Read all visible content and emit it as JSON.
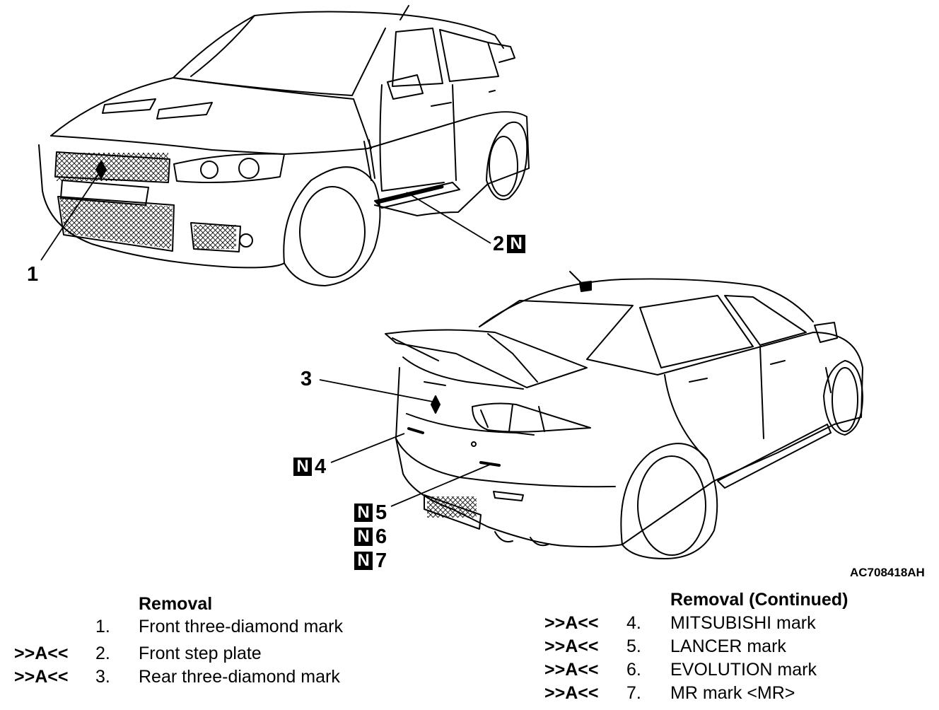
{
  "callouts": {
    "c1": {
      "number": "1"
    },
    "c2": {
      "number": "2",
      "badge": "N"
    },
    "c3": {
      "number": "3"
    },
    "c4": {
      "number": "4",
      "badge": "N"
    },
    "c5": {
      "number": "5",
      "badge": "N"
    },
    "c6": {
      "number": "6",
      "badge": "N"
    },
    "c7": {
      "number": "7",
      "badge": "N"
    }
  },
  "figure_id": "AC708418AH",
  "legend_left": {
    "heading": "Removal",
    "items": [
      {
        "action": "",
        "num": "1.",
        "label": "Front three-diamond mark"
      },
      {
        "action": ">>A<<",
        "num": "2.",
        "label": "Front step plate"
      },
      {
        "action": ">>A<<",
        "num": "3.",
        "label": "Rear three-diamond mark"
      }
    ]
  },
  "legend_right": {
    "heading": "Removal (Continued)",
    "items": [
      {
        "action": ">>A<<",
        "num": "4.",
        "label": "MITSUBISHI mark"
      },
      {
        "action": ">>A<<",
        "num": "5.",
        "label": "LANCER mark"
      },
      {
        "action": ">>A<<",
        "num": "6.",
        "label": "EVOLUTION mark"
      },
      {
        "action": ">>A<<",
        "num": "7.",
        "label": "MR mark <MR>"
      }
    ]
  }
}
